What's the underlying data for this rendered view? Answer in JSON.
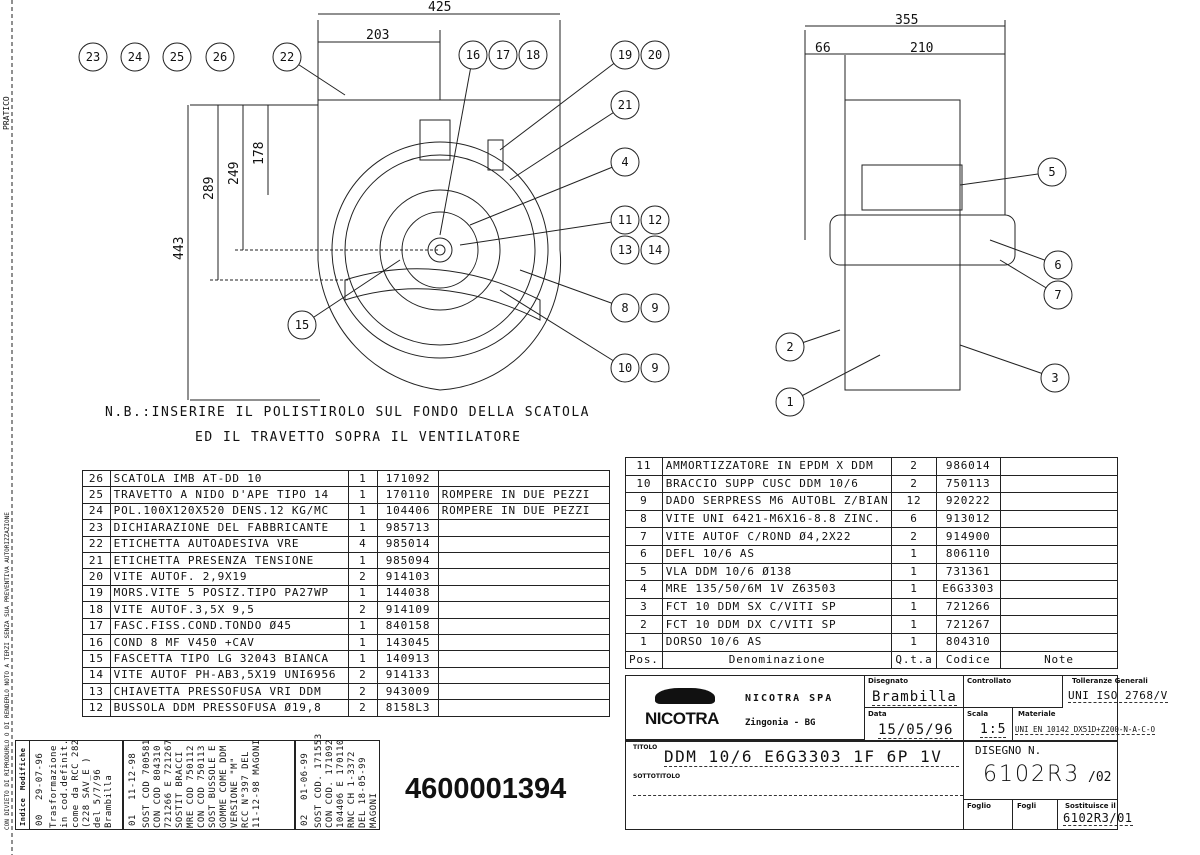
{
  "drawing": {
    "dimensions": {
      "overall_width": "425",
      "half_width": "203",
      "height_total": "443",
      "height_a": "289",
      "height_b": "249",
      "height_c": "178",
      "side_total": "355",
      "side_offset": "66",
      "side_width": "210"
    },
    "balloons": [
      "23",
      "24",
      "25",
      "26",
      "22",
      "16",
      "17",
      "18",
      "19",
      "20",
      "21",
      "4",
      "11",
      "12",
      "13",
      "14",
      "8",
      "9",
      "10",
      "9",
      "15",
      "5",
      "6",
      "7",
      "2",
      "3",
      "1"
    ],
    "note_line1": "N.B.:INSERIRE IL POLISTIROLO SUL FONDO DELLA SCATOLA",
    "note_line2": "ED IL TRAVETTO SOPRA IL VENTILATORE",
    "margin_text": "PRATICO",
    "margin_text2": "CON DIVIETO DI RIPRODURLO O DI RENDERLO NOTO A TERZI SENZA SUA PREVENTIVA AUTORIZZAZIONE"
  },
  "parts_left": [
    [
      "26",
      "SCATOLA IMB AT-DD 10",
      "1",
      "171092",
      ""
    ],
    [
      "25",
      "TRAVETTO A NIDO D'APE TIPO 14",
      "1",
      "170110",
      "ROMPERE IN DUE PEZZI"
    ],
    [
      "24",
      "POL.100X120X520 DENS.12 KG/MC",
      "1",
      "104406",
      "ROMPERE IN DUE PEZZI"
    ],
    [
      "23",
      "DICHIARAZIONE DEL FABBRICANTE",
      "1",
      "985713",
      ""
    ],
    [
      "22",
      "ETICHETTA AUTOADESIVA VRE",
      "4",
      "985014",
      ""
    ],
    [
      "21",
      "ETICHETTA PRESENZA TENSIONE",
      "1",
      "985094",
      ""
    ],
    [
      "20",
      "VITE AUTOF. 2,9X19",
      "2",
      "914103",
      ""
    ],
    [
      "19",
      "MORS.VITE 5 POSIZ.TIPO PA27WP",
      "1",
      "144038",
      ""
    ],
    [
      "18",
      "VITE AUTOF.3,5X 9,5",
      "2",
      "914109",
      ""
    ],
    [
      "17",
      "FASC.FISS.COND.TONDO Ø45",
      "1",
      "840158",
      ""
    ],
    [
      "16",
      "COND 8 MF V450 +CAV",
      "1",
      "143045",
      ""
    ],
    [
      "15",
      "FASCETTA TIPO LG 32043 BIANCA",
      "1",
      "140913",
      ""
    ],
    [
      "14",
      "VITE AUTOF PH-AB3,5X19 UNI6956",
      "2",
      "914133",
      ""
    ],
    [
      "13",
      "CHIAVETTA PRESSOFUSA VRI DDM",
      "2",
      "943009",
      ""
    ],
    [
      "12",
      "BUSSOLA DDM PRESSOFUSA Ø19,8",
      "2",
      "8158L3",
      ""
    ]
  ],
  "parts_right": [
    [
      "11",
      "AMMORTIZZATORE IN EPDM X DDM",
      "2",
      "986014",
      ""
    ],
    [
      "10",
      "BRACCIO SUPP CUSC DDM 10/6",
      "2",
      "750113",
      ""
    ],
    [
      "9",
      "DADO SERPRESS M6 AUTOBL Z/BIAN",
      "12",
      "920222",
      ""
    ],
    [
      "8",
      "VITE UNI 6421-M6X16-8.8 ZINC.",
      "6",
      "913012",
      ""
    ],
    [
      "7",
      "VITE AUTOF C/ROND Ø4,2X22",
      "2",
      "914900",
      ""
    ],
    [
      "6",
      "DEFL 10/6 AS",
      "1",
      "806110",
      ""
    ],
    [
      "5",
      "VLA DDM 10/6 Ø138",
      "1",
      "731361",
      ""
    ],
    [
      "4",
      "MRE 135/50/6M 1V Z63503",
      "1",
      "E6G3303",
      ""
    ],
    [
      "3",
      "FCT 10 DDM SX C/VITI SP",
      "1",
      "721266",
      ""
    ],
    [
      "2",
      "FCT 10 DDM DX C/VITI SP",
      "1",
      "721267",
      ""
    ],
    [
      "1",
      "DORSO 10/6 AS",
      "1",
      "804310",
      ""
    ]
  ],
  "parts_header": [
    "Pos.",
    "Denominazione",
    "Q.t.a",
    "Codice",
    "Note"
  ],
  "title_block": {
    "logo_text": "NICOTRA",
    "company": "NICOTRA SPA",
    "location": "Zingonia - BG",
    "drawn_label": "Disegnato",
    "drawn_value": "Brambilla",
    "checked_label": "Controllato",
    "tolerance_label": "Tolleranze Generali",
    "tolerance_value": "UNI ISO 2768/V",
    "date_label": "Data",
    "date_value": "15/05/96",
    "scale_label": "Scala",
    "scale_value": "1:5",
    "material_label": "Materiale",
    "material_value": "UNI EN 10142 DX51D+Z200-N-A-C-O",
    "title_label": "TITOLO",
    "title_value": "DDM 10/6 E6G3303 1F 6P 1V",
    "subtitle_label": "SOTTOTITOLO",
    "drawing_no_label": "DISEGNO N.",
    "drawing_no": "6102R3",
    "revision": "/02",
    "sheet_label": "Foglio",
    "sheets_label": "Fogli",
    "replaces_label": "Sostituisce il",
    "replaces_value": "6102R3/01"
  },
  "revisions": {
    "index_label": "Indice",
    "changes_label": "Modifiche",
    "entries": [
      {
        "index": "00",
        "date": "29-07-96",
        "text": "Trasformazione\nin cod.definit.\ncome da RCC 282\n(228 SAV_E )\ndel 5/7/96\nBrambilla"
      },
      {
        "index": "01",
        "date": "11-12-98",
        "text": "SOST COD 700581\nCON COD 804310\n721266 E 721267\nSOSTIT BRACCI\nMRE COD 750112\nCON COD 750113\nSOST BUSSOLE E\nGOMME COME DDM\nVERSIONE \"M\"\nRCC N°397 DEL\n11-12-98 MAGONI"
      },
      {
        "index": "02",
        "date": "01-06-99",
        "text": "SOST COD. 171553\nCON COD. 171092\n104406 E 170110\nRNC CH 1-3372\nDEL 18-05-99\nMAGONI"
      }
    ]
  },
  "stamp_number": "4600001394"
}
